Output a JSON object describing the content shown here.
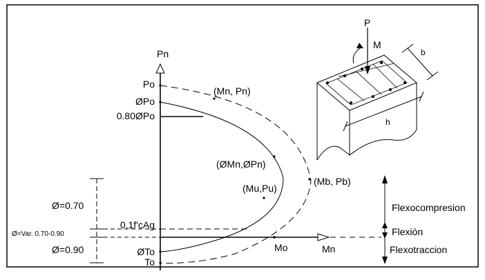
{
  "labels": {
    "pn_axis": "Pn",
    "mn_axis": "Mn",
    "po": "Po",
    "phi_po": "ØPo",
    "phi_po_80": "0.80ØPo",
    "mn_pn": "(Mn, Pn)",
    "phi_mn_pn": "(ØMn,ØPn)",
    "mu_pu": "(Mu,Pu)",
    "mb_pb": "(Mb, Pb)",
    "fc_ag": "0.1f'cAg",
    "phi_to": "ØTo",
    "to": "To",
    "mo": "Mo",
    "phi_070": "Ø=0.70",
    "phi_var": "Ø=Var. 0.70-0.90",
    "phi_090": "Ø=0.90",
    "flexocompresion": "Flexocompresion",
    "flexion": "Flexión",
    "flexotraccion": "Flexotraccion",
    "col_p": "P",
    "col_m": "M",
    "col_b": "b",
    "col_h": "h"
  }
}
